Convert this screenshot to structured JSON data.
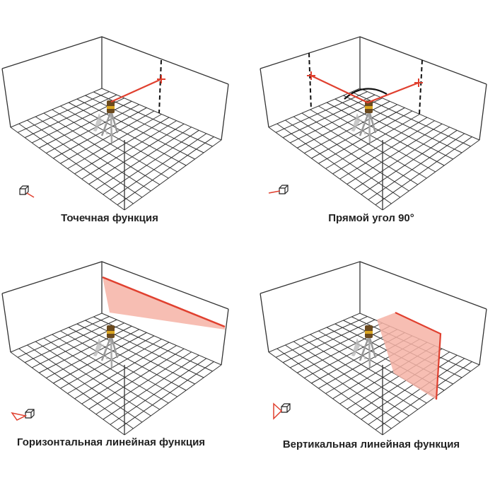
{
  "panels": [
    {
      "id": "point",
      "caption": "Точечная функция",
      "icon": "cube-point-icon"
    },
    {
      "id": "right-angle",
      "caption": "Прямой угол 90°",
      "icon": "cube-right-angle-icon"
    },
    {
      "id": "horizontal",
      "caption": "Горизонтальная линейная функция",
      "icon": "cube-horizontal-icon"
    },
    {
      "id": "vertical",
      "caption": "Вертикальная линейная функция",
      "icon": "cube-vertical-icon"
    }
  ],
  "colors": {
    "laser": "#e0402f",
    "laser_fill": "#f6b3a6",
    "lines": "#333333"
  }
}
